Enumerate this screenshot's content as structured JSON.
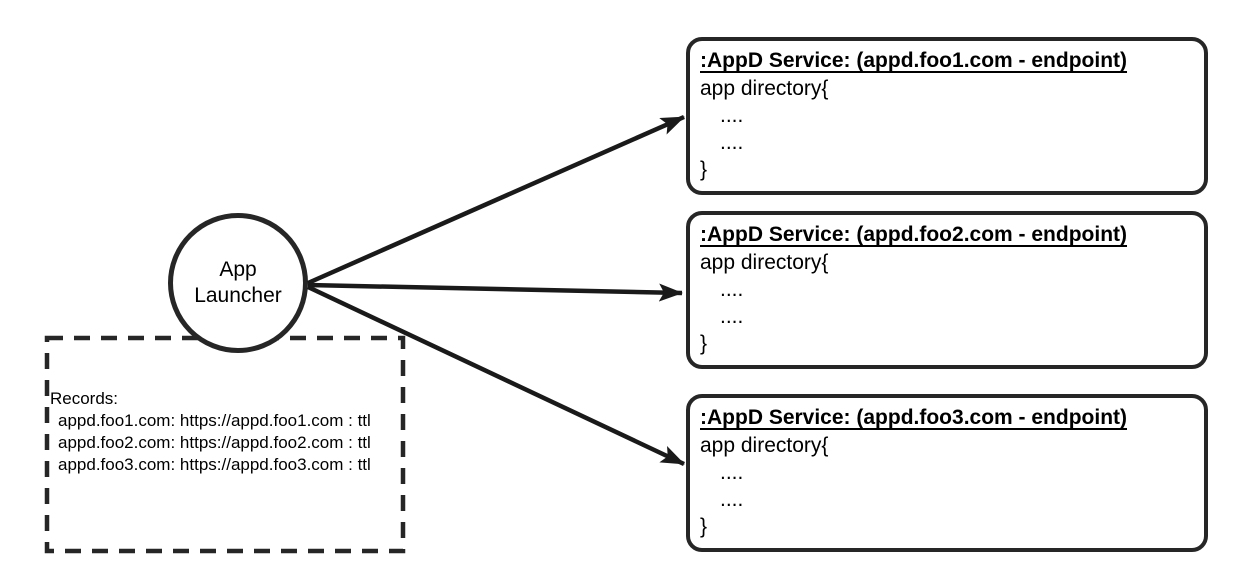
{
  "colors": {
    "stroke": "#262626",
    "text": "#000000",
    "background": "#ffffff"
  },
  "launcher": {
    "label": "App Launcher"
  },
  "records": {
    "title": "Records:",
    "entries": [
      "appd.foo1.com: https://appd.foo1.com : ttl",
      "appd.foo2.com: https://appd.foo2.com : ttl",
      "appd.foo3.com: https://appd.foo3.com : ttl"
    ]
  },
  "services": [
    {
      "title": ":AppD Service: (appd.foo1.com - endpoint)",
      "body": [
        "app directory{",
        "....",
        "....",
        "}"
      ]
    },
    {
      "title": ":AppD Service: (appd.foo2.com - endpoint)",
      "body": [
        "app directory{",
        "....",
        "....",
        "}"
      ]
    },
    {
      "title": ":AppD Service: (appd.foo3.com - endpoint)",
      "body": [
        "app directory{",
        "....",
        "....",
        "}"
      ]
    }
  ]
}
